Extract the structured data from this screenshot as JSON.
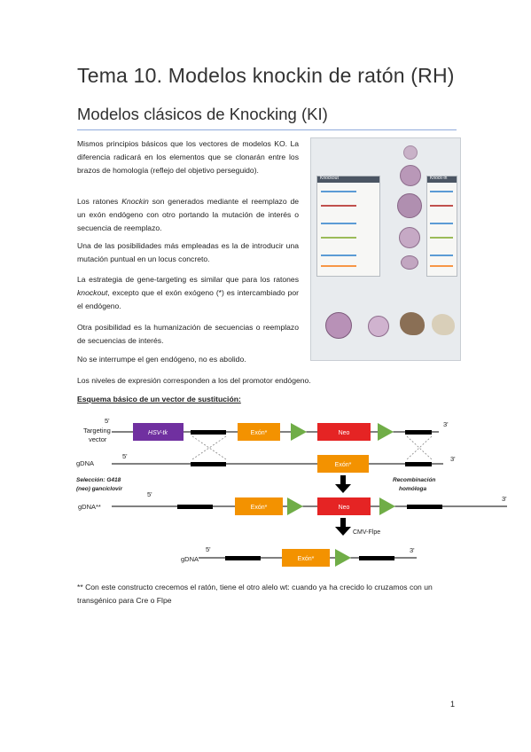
{
  "header": {
    "title": "Tema 10. Modelos knockin de ratón (RH)",
    "subtitle": "Modelos clásicos de Knocking (KI)"
  },
  "body": {
    "para1": "Mismos principios básicos que los vectores de modelos KO. La diferencia radicará en los elementos que se clonarán entre los brazos de homología (reflejo del objetivo perseguido).",
    "para2_a": "Los ratones ",
    "para2_em": "Knockin",
    "para2_b": " son generados mediante el reemplazo de un exón endógeno con otro portando la mutación de interés o secuencia de reemplazo.",
    "para3": "Una de las posibilidades más empleadas es la de introducir una mutación puntual en un locus concreto.",
    "para4_a": "La estrategia de gene-targeting es similar que para los ratones ",
    "para4_em": "knockout",
    "para4_b": ", excepto que el exón exógeno (*) es intercambiado por el endógeno.",
    "para5": "Otra posibilidad es la humanización de secuencias o reemplazo de secuencias de interés.",
    "para6": "No se interrumpe el gen endógeno, no es abolido.",
    "para7": "Los niveles de expresión corresponden a los del promotor endógeno.",
    "subheading": "Esquema básico de un vector de sustitución:",
    "footnote": "** Con este constructo crecemos el ratón, tiene el otro alelo wt: cuando ya ha crecido lo cruzamos con un transgénico para Cre o Flpe"
  },
  "figure": {
    "left_panel_label": "Knockout",
    "right_panel_label": "Knock-in"
  },
  "diagram": {
    "targeting_vector_label": "Targeting vector",
    "gdna_label": "gDNA",
    "gdna2_label": "gDNA**",
    "gdna3_label": "gDNA",
    "hsv_tk": "HSV-tk",
    "exon": "Exón*",
    "neo": "Neo",
    "five_prime": "5'",
    "three_prime": "3'",
    "selection_label": "Selección: G418 (neo) ganciclovir",
    "recombination_label": "Recombinación homóloga",
    "cmv_flpe": "CMV-Flpe",
    "colors": {
      "hsv_tk": "#7030a0",
      "exon": "#f39200",
      "neo": "#e52424",
      "frt": "#70ad47",
      "line": "#000000"
    }
  },
  "footer": {
    "page_number": "1"
  }
}
